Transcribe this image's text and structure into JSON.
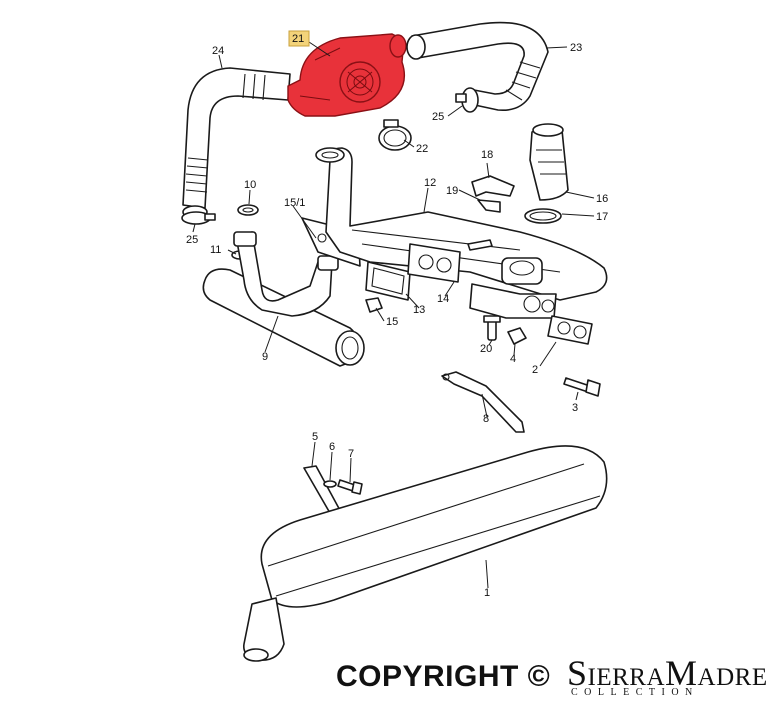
{
  "callouts": {
    "c1": "1",
    "c2": "2",
    "c3": "3",
    "c4": "4",
    "c5": "5",
    "c6": "6",
    "c7": "7",
    "c8": "8",
    "c9": "9",
    "c10": "10",
    "c11": "11",
    "c12": "12",
    "c13": "13",
    "c14": "14",
    "c15": "15",
    "c15_1": "15/1",
    "c16": "16",
    "c17": "17",
    "c18": "18",
    "c19": "19",
    "c20": "20",
    "c21": "21",
    "c22": "22",
    "c23": "23",
    "c24": "24",
    "c25a": "25",
    "c25b": "25"
  },
  "highlighted_part": "21",
  "colors": {
    "highlight": "#e8323a",
    "label_box": "#f3d37a"
  },
  "footer": {
    "copyright": "COPYRIGHT ©",
    "brand": "SierraMadre",
    "brand_sub": "COLLECTION"
  }
}
